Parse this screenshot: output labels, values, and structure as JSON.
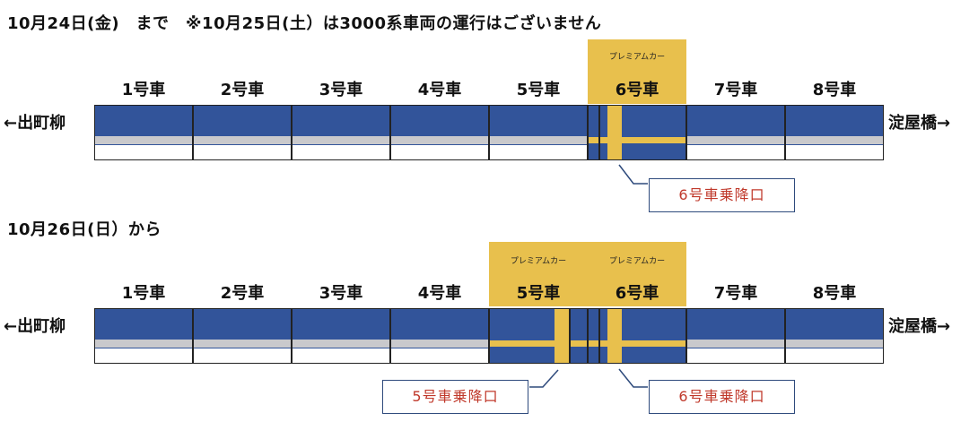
{
  "section1": {
    "title": "10月24日(金)　まで　※10月25日(土）は3000系車両の運行はございません",
    "cars": [
      "1号車",
      "2号車",
      "3号車",
      "4号車",
      "5号車",
      "6号車",
      "7号車",
      "8号車"
    ],
    "premium_label": "プレミアムカー",
    "left_terminal": "←出町柳",
    "right_terminal": "淀屋橋→",
    "door_labels": [
      "6号車乗降口"
    ]
  },
  "section2": {
    "title": "10月26日(日）から",
    "cars": [
      "1号車",
      "2号車",
      "3号車",
      "4号車",
      "5号車",
      "6号車",
      "7号車",
      "8号車"
    ],
    "premium_labels": [
      "プレミアムカー",
      "プレミアムカー"
    ],
    "left_terminal": "←出町柳",
    "right_terminal": "淀屋橋→",
    "door_labels": [
      "5号車乗降口",
      "6号車乗降口"
    ]
  },
  "colors": {
    "train_blue": "#32549a",
    "premium_gold": "#e8c04d",
    "stripe_gray": "#c9c9cc",
    "door_text": "#c0392b"
  }
}
